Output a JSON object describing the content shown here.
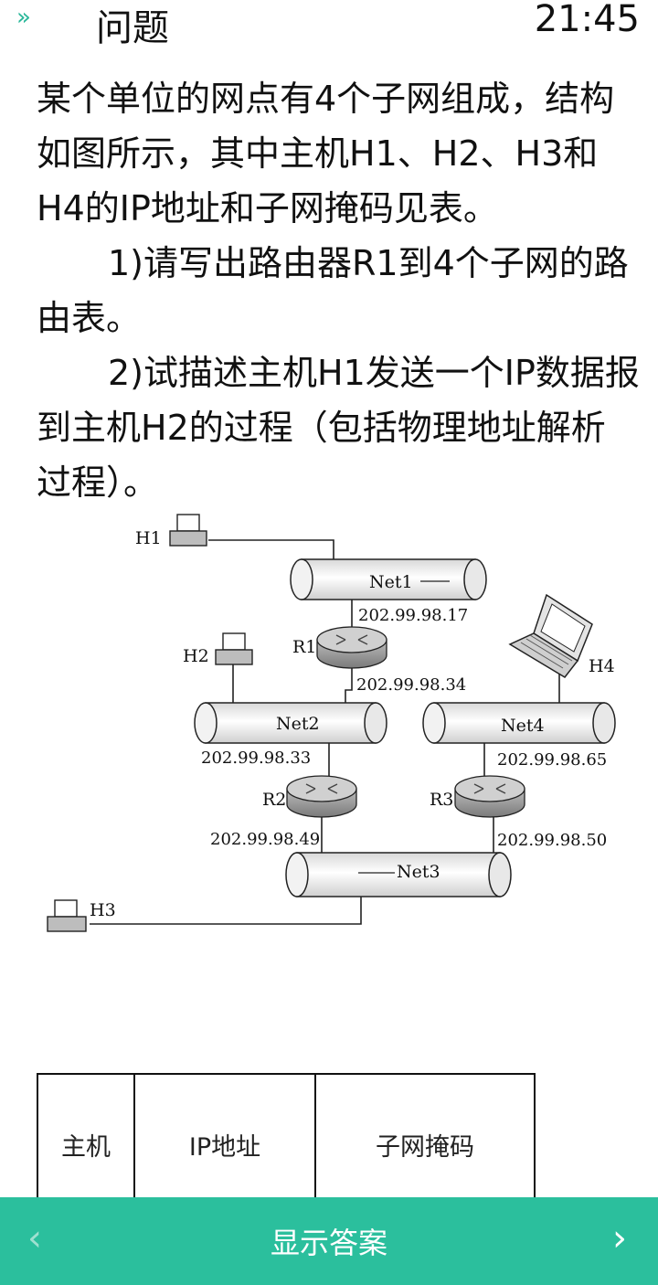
{
  "header": {
    "expand_icon": "»",
    "title": "问题",
    "time": "21:45"
  },
  "question": {
    "paragraph1": "某个单位的网点有4个子网组成，结构如图所示，其中主机H1、H2、H3和H4的IP地址和子网掩码见表。",
    "paragraph2": "1)请写出路由器R1到4个子网的路由表。",
    "paragraph3": "2)试描述主机H1发送一个IP数据报到主机H2的过程（包括物理地址解析过程）。"
  },
  "diagram": {
    "hosts": {
      "h1": "H1",
      "h2": "H2",
      "h3": "H3",
      "h4": "H4"
    },
    "routers": {
      "r1": "R1",
      "r2": "R2",
      "r3": "R3"
    },
    "nets": {
      "net1": "Net1",
      "net2": "Net2",
      "net3": "Net3",
      "net4": "Net4"
    },
    "addresses": {
      "r1_net1": "202.99.98.17",
      "r1_net2": "202.99.98.34",
      "r2_net2": "202.99.98.33",
      "r3_net4": "202.99.98.65",
      "r2_net3": "202.99.98.49",
      "r3_net3": "202.99.98.50"
    }
  },
  "table": {
    "headers": [
      "主机",
      "IP地址",
      "子网掩码"
    ]
  },
  "bottom_bar": {
    "prev_icon": "‹",
    "show_answer": "显示答案",
    "next_icon": "›"
  },
  "colors": {
    "accent": "#2bbf9d"
  }
}
